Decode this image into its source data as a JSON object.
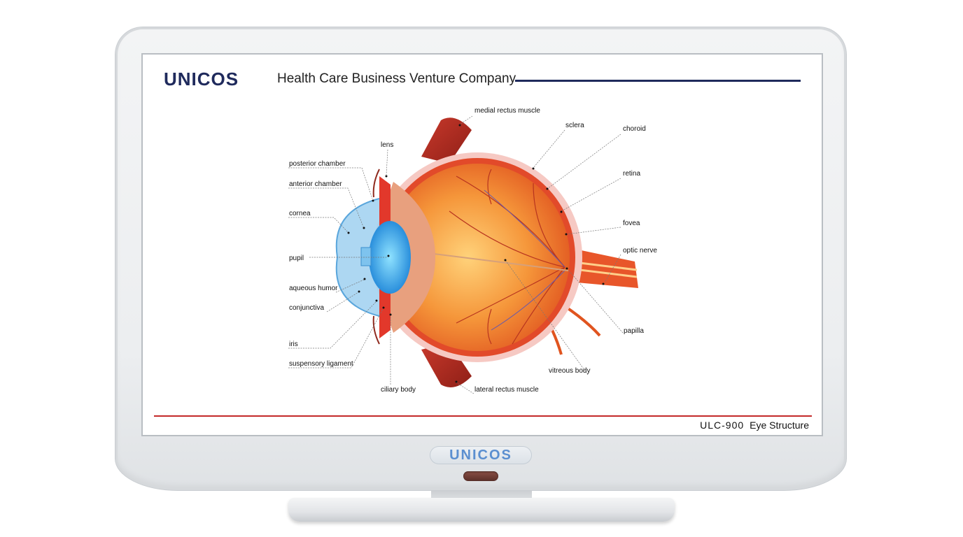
{
  "screen": {
    "brand": "UNICOS",
    "tagline": "Health Care Business Venture Company",
    "model_code": "ULC-900",
    "model_title": "Eye Structure"
  },
  "bezel": {
    "logo": "UNICOS"
  },
  "labels": {
    "medial_rectus": "medial rectus muscle",
    "sclera": "sclera",
    "choroid": "choroid",
    "lens": "lens",
    "posterior_chamber": "posterior chamber",
    "anterior_chamber": "anterior chamber",
    "retina": "retina",
    "cornea": "cornea",
    "fovea": "fovea",
    "pupil": "pupil",
    "optic_nerve": "optic nerve",
    "aqueous_humor": "aqueous humor",
    "conjunctiva": "conjunctiva",
    "papilla": "papilla",
    "iris": "iris",
    "suspensory_ligament": "suspensory ligament",
    "vitreous_body": "vitreous body",
    "ciliary_body": "ciliary body",
    "lateral_rectus": "lateral rectus muscle"
  },
  "colors": {
    "brand": "#1f2a5c",
    "accent_rule": "#c42a2a",
    "bezel_logo": "#5b8fd0"
  }
}
